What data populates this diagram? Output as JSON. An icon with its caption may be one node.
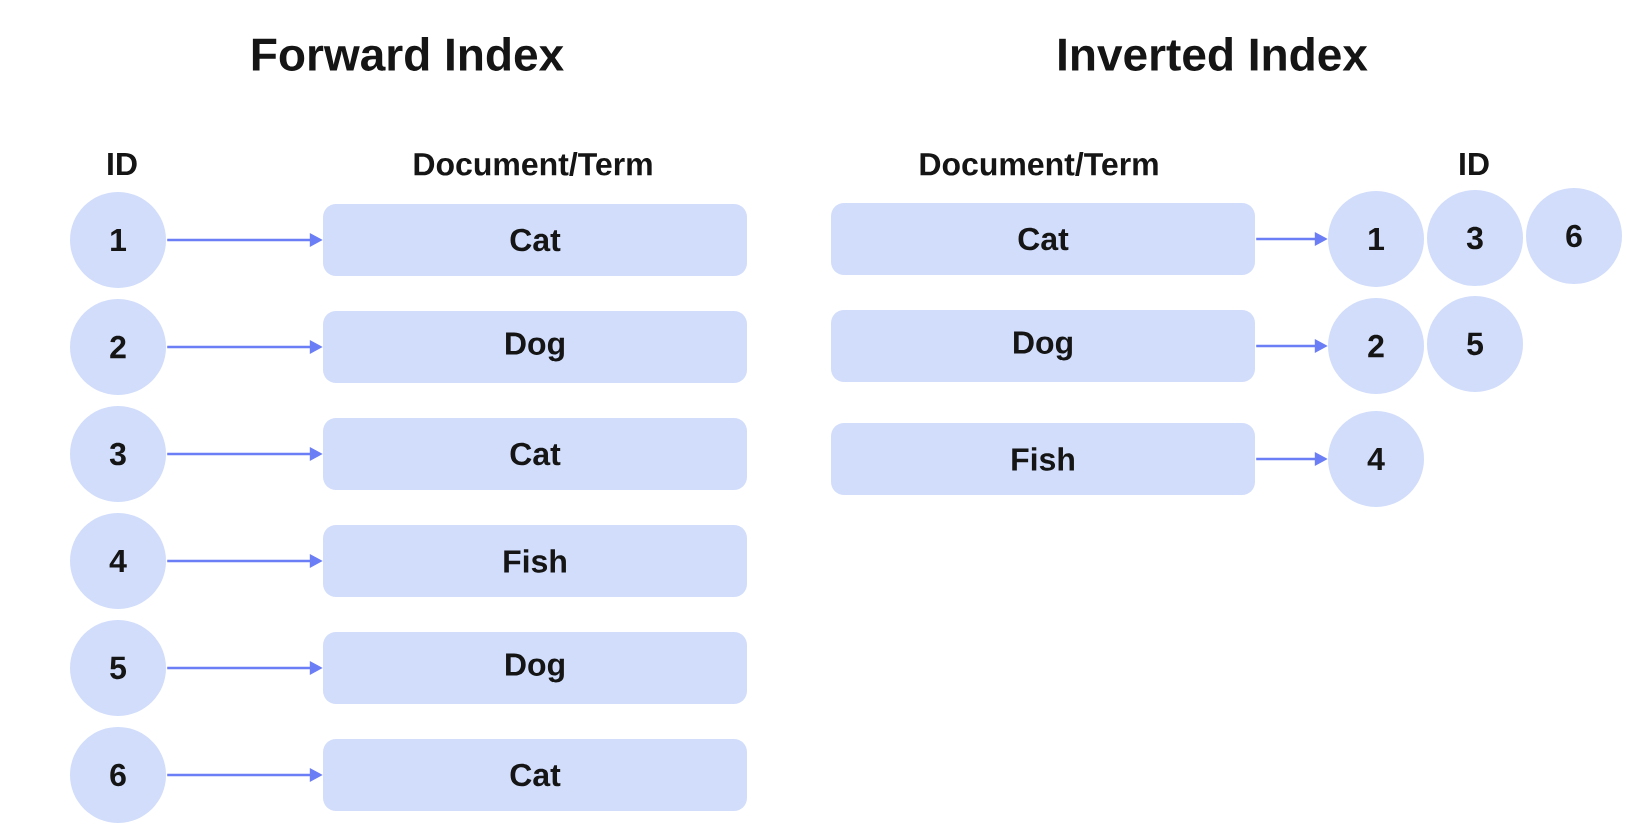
{
  "diagram": {
    "nodes": [
      {
        "text": [
          "1"
        ]
      },
      {
        "text": [
          "Cat"
        ]
      },
      {
        "text": [
          "2"
        ]
      },
      {
        "text": [
          "Dog"
        ]
      },
      {
        "text": [
          "3"
        ]
      },
      {
        "text": [
          "Cat"
        ]
      },
      {
        "text": [
          "4"
        ]
      },
      {
        "text": [
          "Fish"
        ]
      },
      {
        "text": [
          "5"
        ]
      },
      {
        "text": [
          "Dog"
        ]
      },
      {
        "text": [
          "6"
        ]
      },
      {
        "text": [
          "Cat"
        ]
      },
      {
        "text": [
          "Cat"
        ]
      },
      {
        "text": [
          "1"
        ]
      },
      {
        "text": [
          "3"
        ]
      },
      {
        "text": [
          "6"
        ]
      },
      {
        "text": [
          "Dog"
        ]
      },
      {
        "text": [
          "2"
        ]
      },
      {
        "text": [
          "5"
        ]
      },
      {
        "text": [
          "Fish"
        ]
      },
      {
        "text": [
          "4"
        ]
      }
    ],
    "edges": [
      {
        "from": 0,
        "to": 1,
        "arrow": "to"
      },
      {
        "from": 2,
        "to": 3,
        "arrow": "to"
      },
      {
        "from": 4,
        "to": 5,
        "arrow": "to"
      },
      {
        "from": 6,
        "to": 7,
        "arrow": "to"
      },
      {
        "from": 8,
        "to": 9,
        "arrow": "to"
      },
      {
        "from": 10,
        "to": 11,
        "arrow": "to"
      },
      {
        "from": 12,
        "to": 13,
        "arrow": "to"
      },
      {
        "from": 16,
        "to": 17,
        "arrow": "to"
      },
      {
        "from": 19,
        "to": 20,
        "arrow": "to"
      }
    ],
    "labels": [
      "Forward Index",
      "Inverted Index",
      "ID",
      "Document/Term",
      "Document/Term",
      "ID"
    ]
  }
}
